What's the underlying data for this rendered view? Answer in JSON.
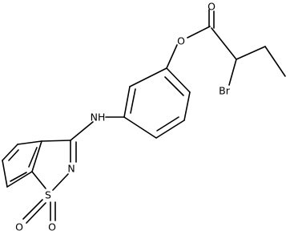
{
  "molecule": {
    "atoms": {
      "ester_carbonyl_oxygen": "O",
      "ester_oxygen": "O",
      "bromine": "Br",
      "amine": "NH",
      "ring_nitrogen": "N",
      "sulfur": "S",
      "sulfonyl_oxygen_left": "O",
      "sulfonyl_oxygen_right": "O"
    }
  }
}
